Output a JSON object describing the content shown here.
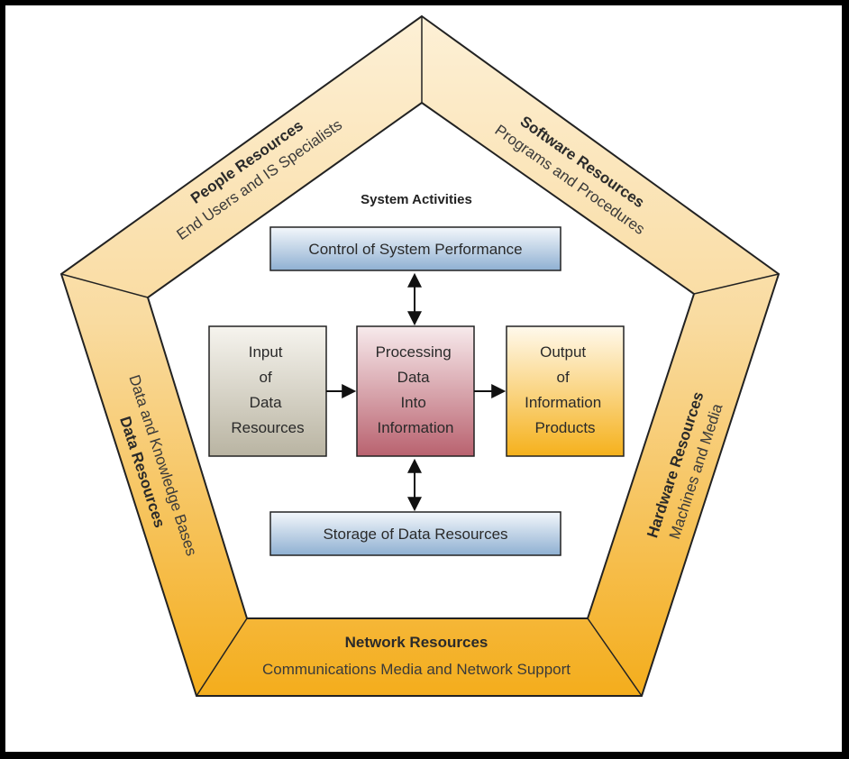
{
  "heading": "System Activities",
  "resources": {
    "people": {
      "title": "People Resources",
      "subtitle": "End Users and IS Specialists"
    },
    "software": {
      "title": "Software Resources",
      "subtitle": "Programs and Procedures"
    },
    "hardware": {
      "title": "Hardware Resources",
      "subtitle": "Machines and Media"
    },
    "network": {
      "title": "Network Resources",
      "subtitle": "Communications Media and Network Support"
    },
    "data": {
      "title": "Data Resources",
      "subtitle": "Data and Knowledge Bases"
    }
  },
  "activities": {
    "control": "Control of System Performance",
    "storage": "Storage of Data Resources",
    "input": [
      "Input",
      "of",
      "Data",
      "Resources"
    ],
    "processing": [
      "Processing",
      "Data",
      "Into",
      "Information"
    ],
    "output": [
      "Output",
      "of",
      "Information",
      "Products"
    ]
  },
  "colors": {
    "frame_light": "#fbe6c2",
    "frame_dark": "#f5b32a",
    "input_fill": "#cfcbbd",
    "processing_fill": "#c77a86",
    "output_fill": "#f8c44a",
    "bar_fill": "#a9c3dc"
  }
}
